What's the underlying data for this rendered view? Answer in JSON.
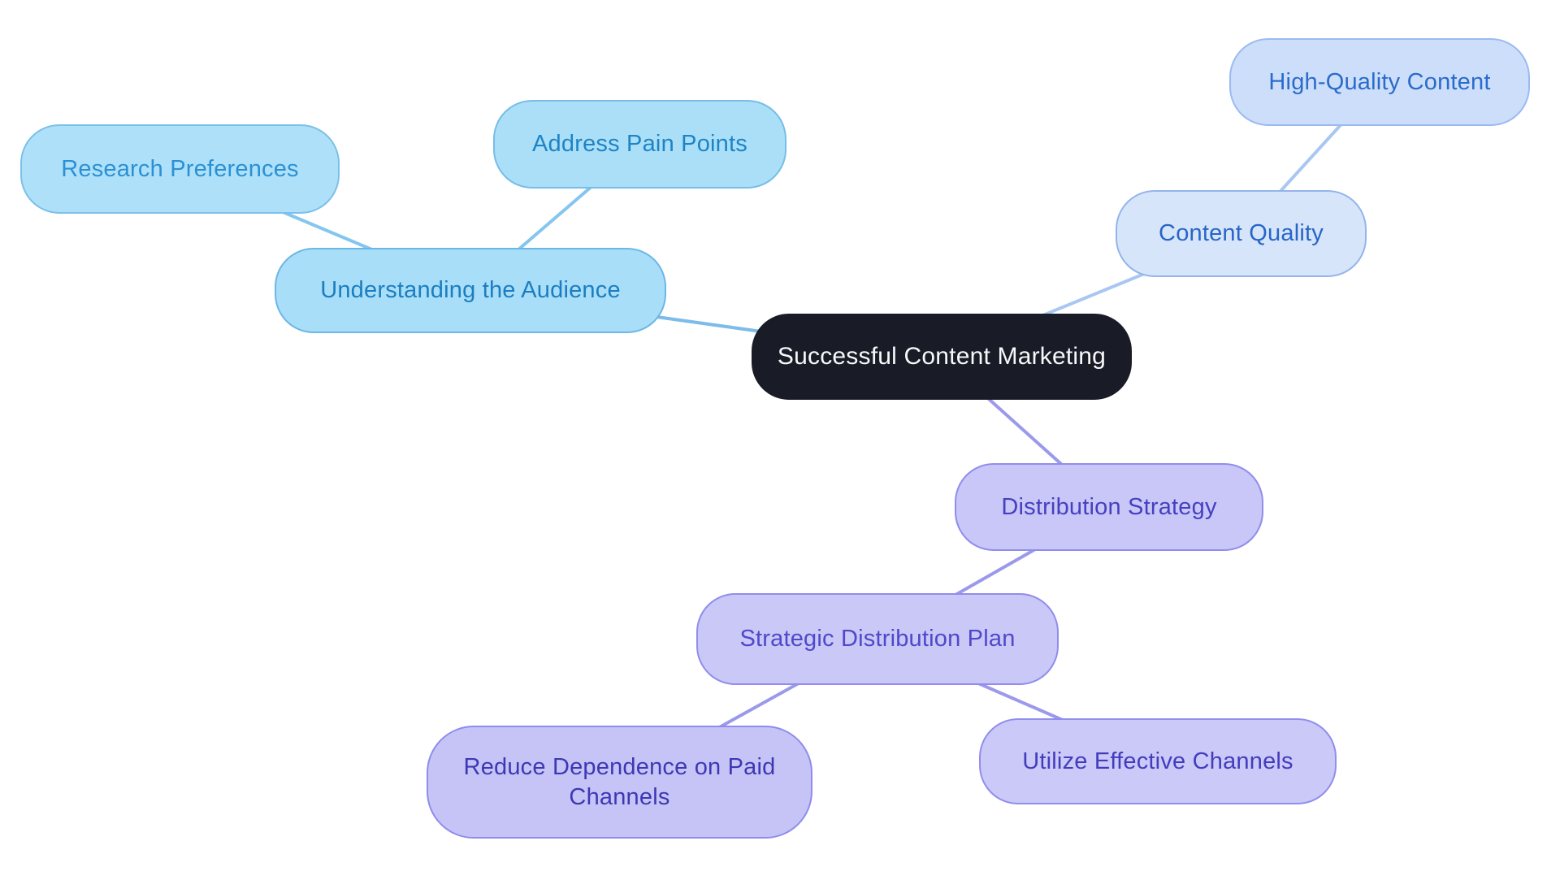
{
  "canvas": {
    "background_color": "#ffffff"
  },
  "nodes": {
    "central": {
      "label": "Successful Content Marketing",
      "fill": "#191c26",
      "border": "#191c26",
      "text_color": "#f7f8f9"
    },
    "understanding": {
      "label": "Understanding the Audience",
      "fill": "#a9def8",
      "border": "#6db7e5",
      "text_color": "#1b7ec0"
    },
    "research": {
      "label": "Research Preferences",
      "fill": "#aee1f9",
      "border": "#7cc0e9",
      "text_color": "#2b90d3"
    },
    "address": {
      "label": "Address Pain Points",
      "fill": "#abdff8",
      "border": "#77bde8",
      "text_color": "#1e84c6"
    },
    "content_quality": {
      "label": "Content Quality",
      "fill": "#d7e5fb",
      "border": "#93b5ea",
      "text_color": "#2766c7"
    },
    "high_quality": {
      "label": "High-Quality Content",
      "fill": "#ccdefa",
      "border": "#9cbaf0",
      "text_color": "#2b6cca"
    },
    "distribution": {
      "label": "Distribution Strategy",
      "fill": "#c9c7f7",
      "border": "#908dec",
      "text_color": "#4640c0"
    },
    "strategic": {
      "label": "Strategic Distribution Plan",
      "fill": "#cac8f7",
      "border": "#908dec",
      "text_color": "#4f48cb"
    },
    "reduce": {
      "label": "Reduce Dependence on Paid Channels",
      "fill": "#c6c4f6",
      "border": "#8f8ceb",
      "text_color": "#3d38b4"
    },
    "utilize": {
      "label": "Utilize Effective Channels",
      "fill": "#cbc9f8",
      "border": "#918eec",
      "text_color": "#433dbd"
    }
  },
  "edges": [
    {
      "from": "understanding",
      "to": "central",
      "color": "#7cbce9"
    },
    {
      "from": "research",
      "to": "understanding",
      "color": "#85c6ef"
    },
    {
      "from": "address",
      "to": "understanding",
      "color": "#85c6ef"
    },
    {
      "from": "content_quality",
      "to": "central",
      "color": "#a9c7f2"
    },
    {
      "from": "high_quality",
      "to": "content_quality",
      "color": "#a9c7f2"
    },
    {
      "from": "distribution",
      "to": "central",
      "color": "#9b99ec"
    },
    {
      "from": "strategic",
      "to": "distribution",
      "color": "#9b99ec"
    },
    {
      "from": "reduce",
      "to": "strategic",
      "color": "#9b99ec"
    },
    {
      "from": "utilize",
      "to": "strategic",
      "color": "#9b99ec"
    }
  ]
}
